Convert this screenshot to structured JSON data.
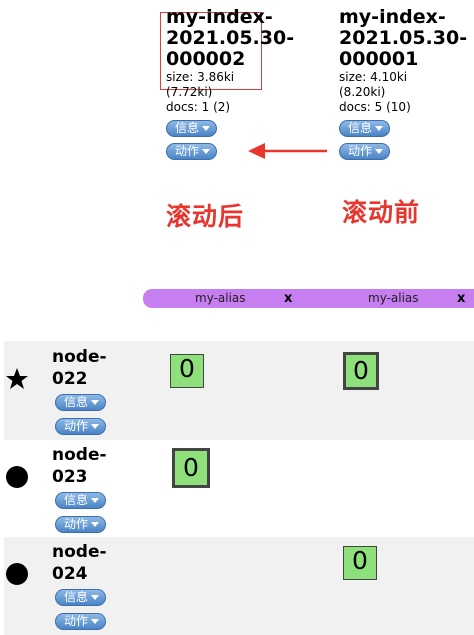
{
  "indices": [
    {
      "name": "my-index-\n2021.05.30-\n000002",
      "size": "size: 3.86ki\n(7.72ki)",
      "docs": "docs: 1 (2)",
      "info_label": "信息",
      "actions_label": "动作"
    },
    {
      "name": "my-index-\n2021.05.30-\n000001",
      "size": "size: 4.10ki\n(8.20ki)",
      "docs": "docs: 5 (10)",
      "info_label": "信息",
      "actions_label": "动作"
    }
  ],
  "annotations": {
    "after": "滚动后",
    "before": "滚动前"
  },
  "colors": {
    "annotation": "#e8352e",
    "alias": "#c77ef0",
    "shard": "#8ee07a",
    "pill": "#4a84c6"
  },
  "alias": {
    "left_label": "my-alias",
    "right_label": "my-alias",
    "remove": "x"
  },
  "nodes": [
    {
      "name": "node-\n022",
      "icon": "star-icon",
      "info_label": "信息",
      "actions_label": "动作",
      "shard_left": "0",
      "shard_right": "0"
    },
    {
      "name": "node-\n023",
      "icon": "circle-icon",
      "info_label": "信息",
      "actions_label": "动作",
      "shard_left": "0"
    },
    {
      "name": "node-\n024",
      "icon": "circle-icon",
      "info_label": "信息",
      "actions_label": "动作",
      "shard_right": "0"
    }
  ]
}
